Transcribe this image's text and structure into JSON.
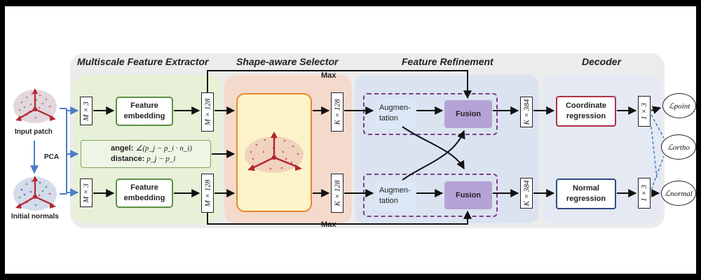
{
  "sections": {
    "extractor": "Multiscale Feature Extractor",
    "selector": "Shape-aware Selector",
    "refinement": "Feature Refinement",
    "decoder": "Decoder"
  },
  "inputs": {
    "input_patch": "Input patch",
    "pca": "PCA",
    "initial_normals": "Initial normals"
  },
  "dims": {
    "m3_top": "M × 3",
    "m3_bottom": "M × 3",
    "m128_top": "M × 128",
    "m128_bottom": "M × 128",
    "k128_top": "K × 128",
    "k128_bottom": "K × 128",
    "k384_top": "K × 384",
    "k384_bottom": "K × 384",
    "one3_top": "1 × 3",
    "one3_bottom": "1 × 3"
  },
  "boxes": {
    "feature_embedding_top": "Feature embedding",
    "feature_embedding_bottom": "Feature embedding",
    "angle_label": "angel:",
    "angle_formula": "∠(p_j − p_i · n_i)",
    "distance_label": "distance:",
    "distance_formula": "p_j − p_i",
    "augmentation_top": "Augmen-tation",
    "augmentation_bottom": "Augmen-tation",
    "fusion_top": "Fusion",
    "fusion_bottom": "Fusion",
    "coordinate_regression": "Coordinate regression",
    "normal_regression": "Normal regression"
  },
  "max_labels": {
    "top": "Max",
    "bottom": "Max"
  },
  "losses": {
    "point": "ℒpoint",
    "ortho": "ℒortho",
    "normal": "ℒnormal"
  },
  "colors": {
    "extractor_bg": "#e6f1d8",
    "selector_bg": "#f4d9cd",
    "refinement_bg": "#dbe3f1",
    "decoder_bg": "#e4e9f3",
    "selector_inner_bg": "#fdf3c8",
    "selector_inner_border": "#e8892c",
    "embedding_border": "#5f8f46",
    "augmentation_bg": "#dce8f8",
    "fusion_bg": "#b6a3d6",
    "coordinate_border": "#b03045",
    "normal_border": "#2c4a86",
    "arrow_blue": "#4a7ec8",
    "dashed_purple": "#7d3e8c"
  }
}
